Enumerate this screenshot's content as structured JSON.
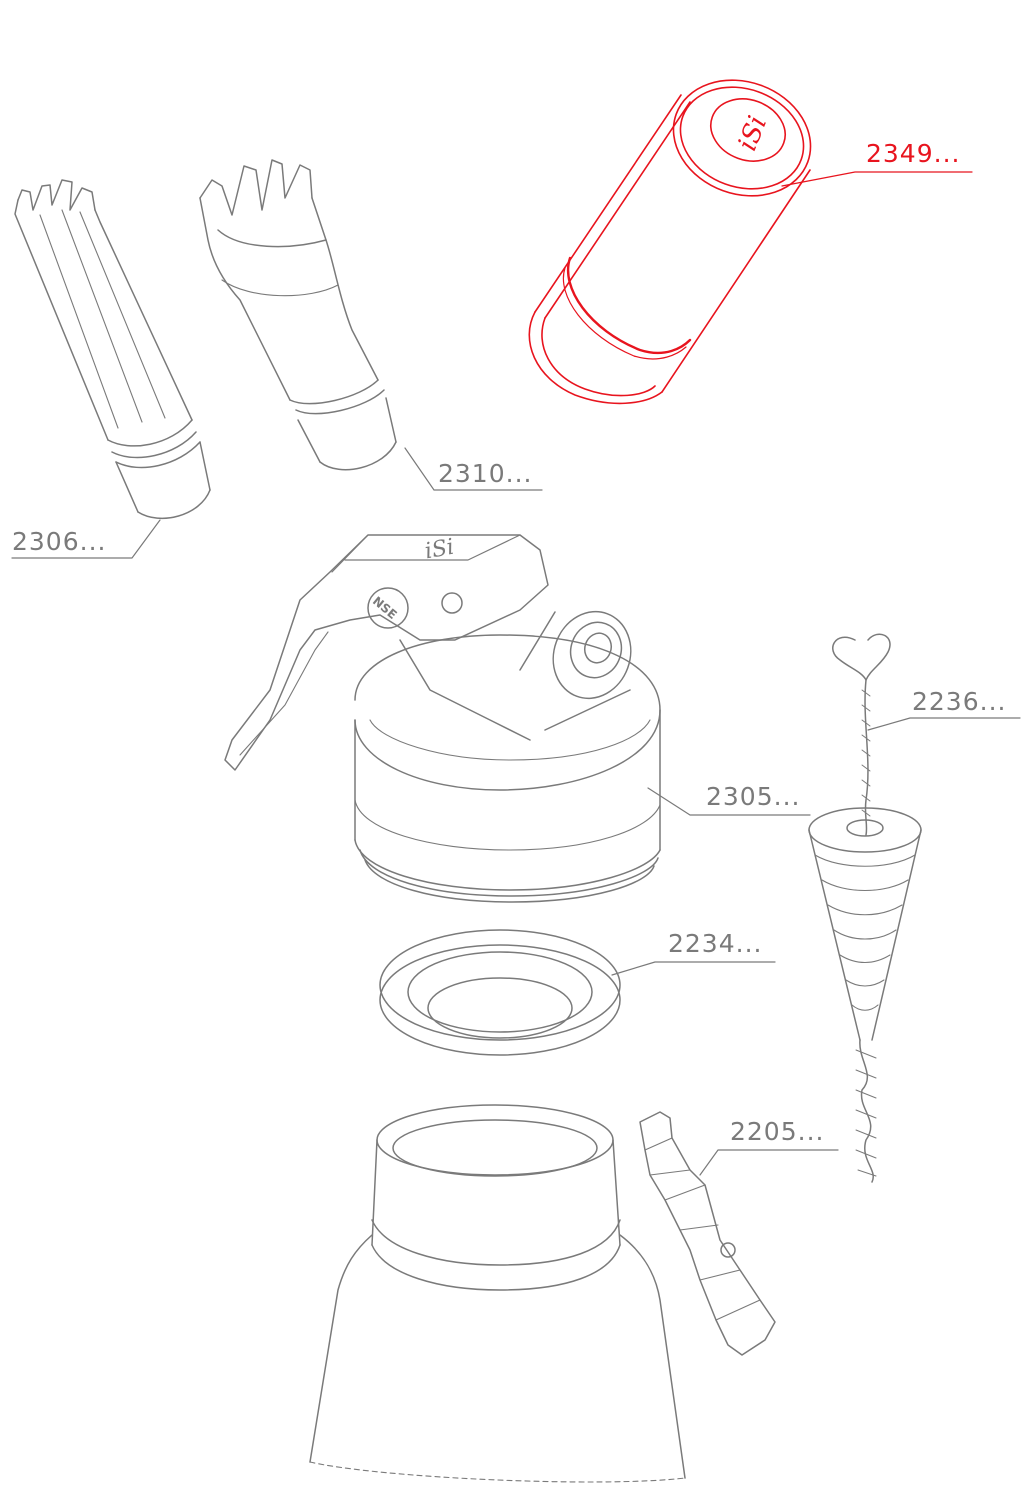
{
  "colors": {
    "line": "#7a7a7a",
    "highlight": "#e8141e",
    "background": "#ffffff"
  },
  "labels": {
    "p2349": "2349...",
    "p2310": "2310...",
    "p2306": "2306...",
    "p2236": "2236...",
    "p2305": "2305...",
    "p2234": "2234...",
    "p2205": "2205..."
  },
  "brand": {
    "cap_logo": "iSi",
    "head_logo": "iSi",
    "badge": "NSE"
  },
  "highlighted_part": "2349..."
}
